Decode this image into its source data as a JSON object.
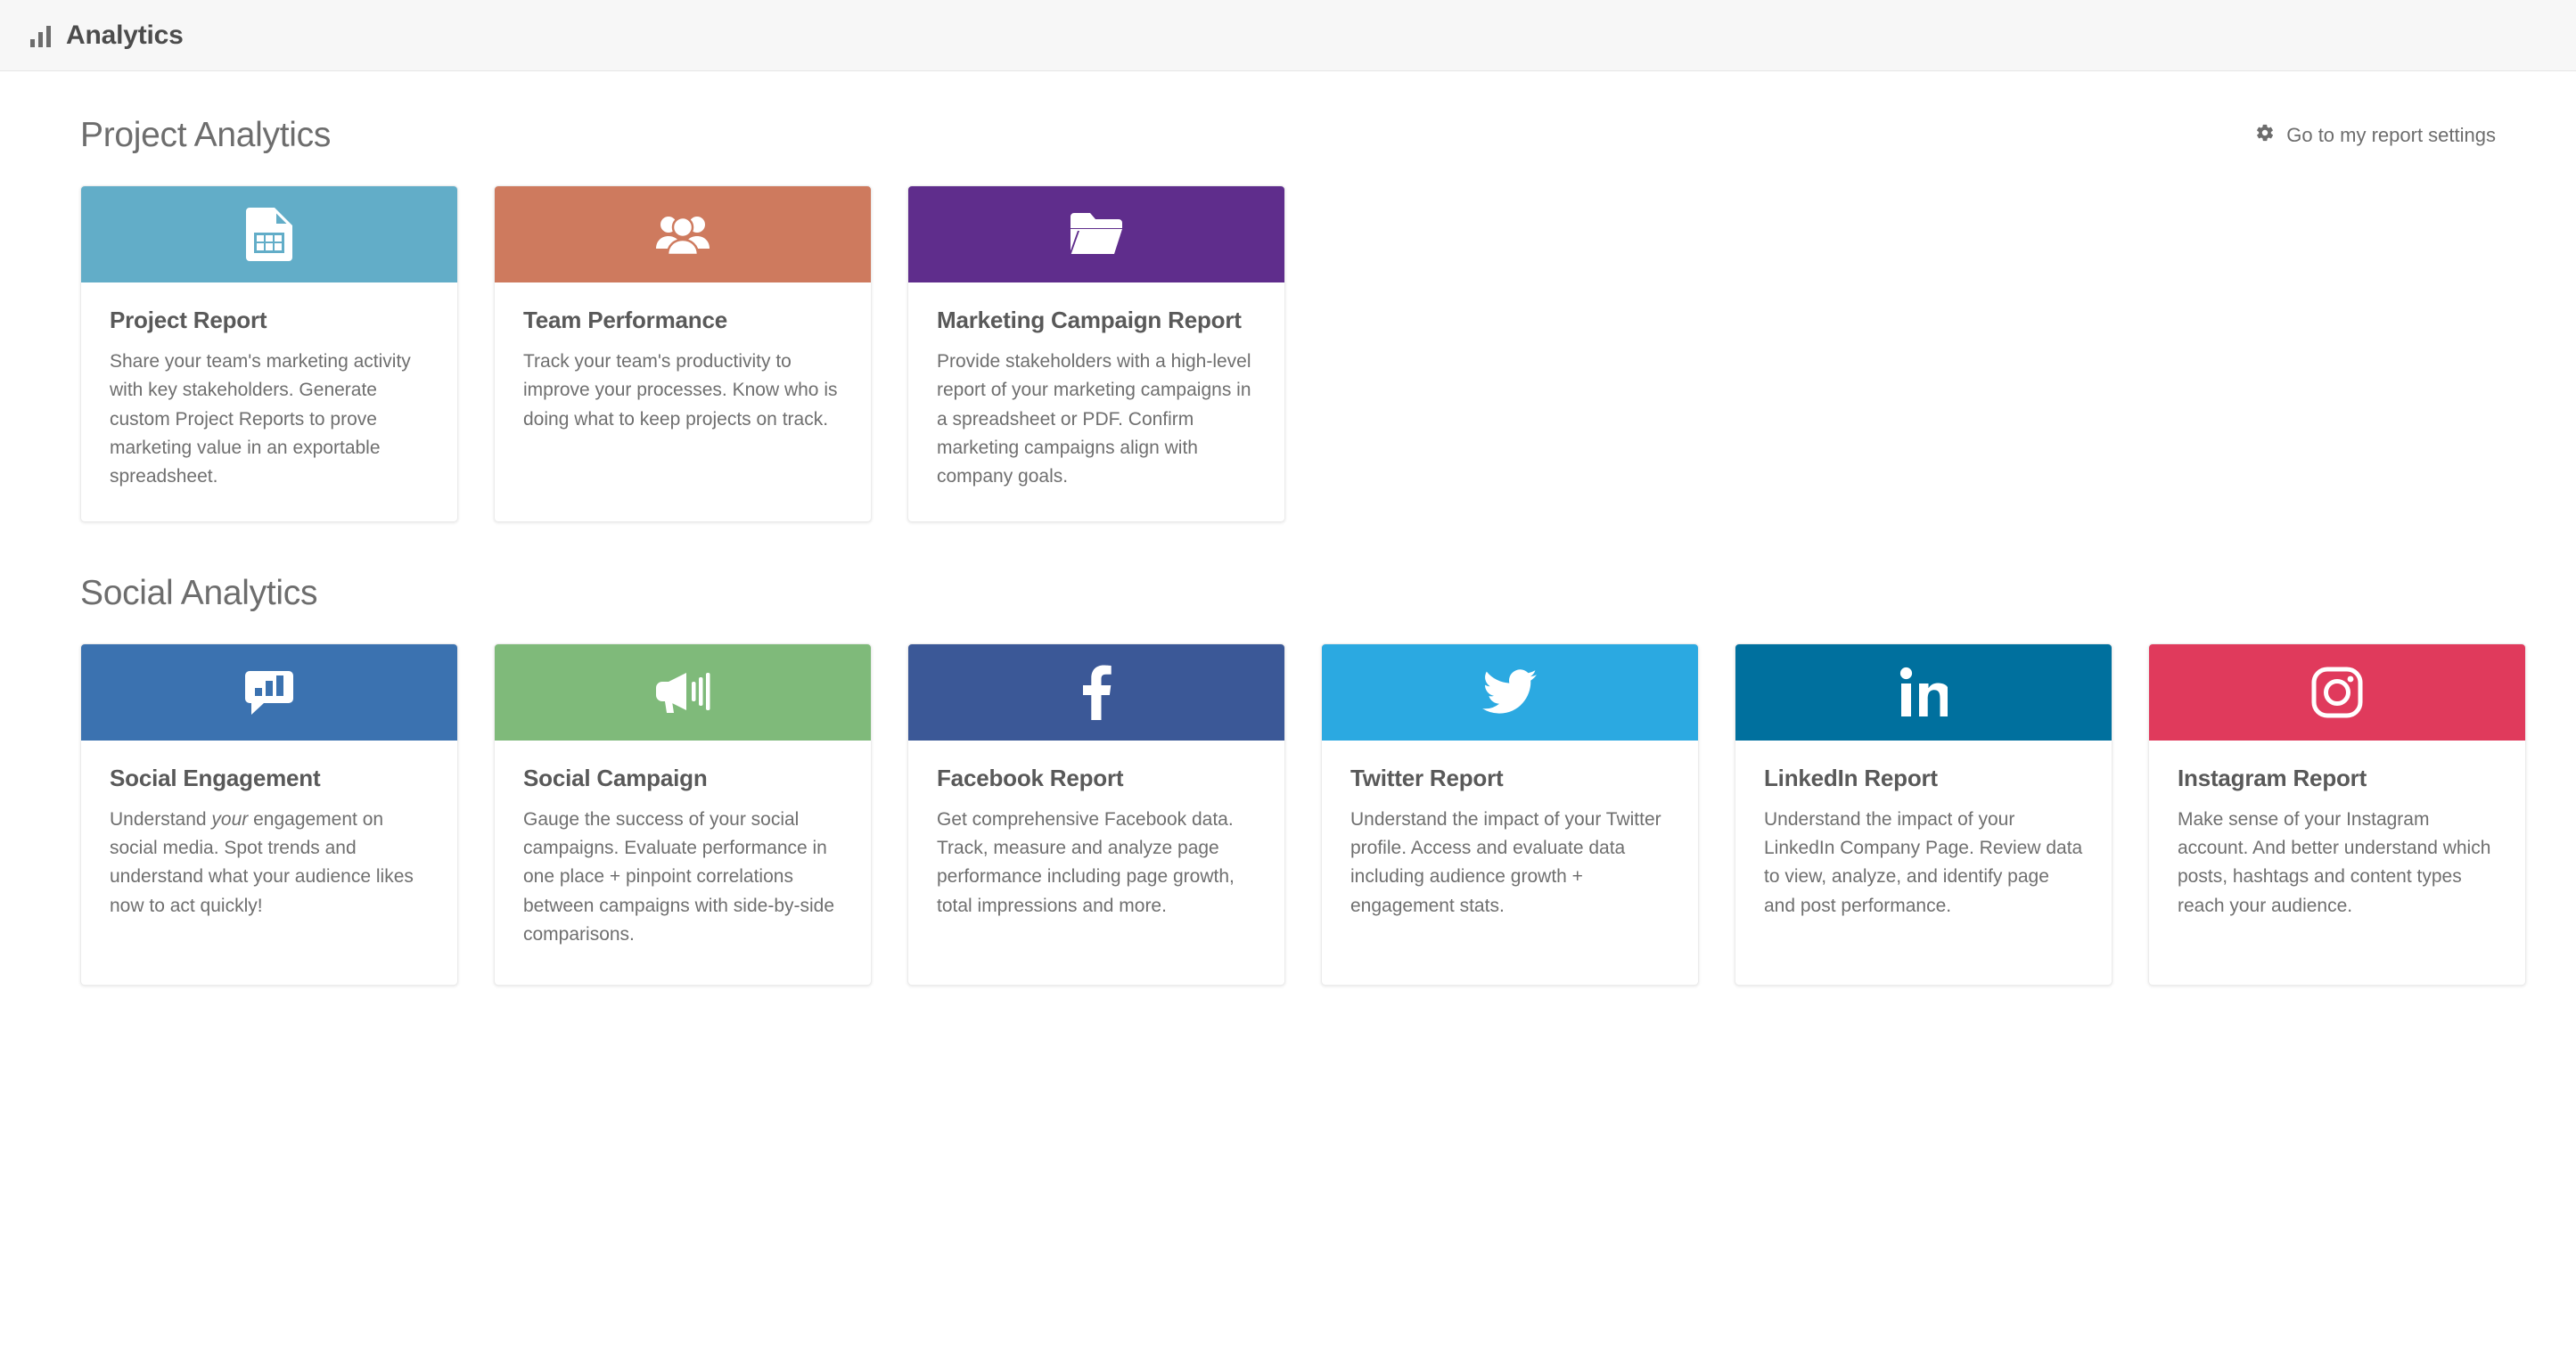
{
  "topbar": {
    "icon": "bar-chart-icon",
    "title": "Analytics"
  },
  "sections": [
    {
      "id": "project-analytics",
      "title": "Project Analytics",
      "settings_link": {
        "icon": "gear-icon",
        "label": "Go to my report settings"
      },
      "cards": [
        {
          "id": "project-report",
          "title": "Project Report",
          "description": "Share your team's marketing activity with key stakeholders. Generate custom Project Reports to prove marketing value in an exportable spreadsheet.",
          "banner_color": "#62ADC8",
          "icon": "spreadsheet-document-icon"
        },
        {
          "id": "team-performance",
          "title": "Team Performance",
          "description": "Track your team's productivity to improve your processes. Know who is doing what to keep projects on track.",
          "banner_color": "#CE7A5E",
          "icon": "users-group-icon"
        },
        {
          "id": "marketing-campaign-report",
          "title": "Marketing Campaign Report",
          "description": "Provide stakeholders with a high-level report of your marketing campaigns in a spreadsheet or PDF. Confirm marketing campaigns align with company goals.",
          "banner_color": "#5F2D8C",
          "icon": "open-folder-icon"
        }
      ]
    },
    {
      "id": "social-analytics",
      "title": "Social Analytics",
      "cards": [
        {
          "id": "social-engagement",
          "title": "Social Engagement",
          "description_prefix": "Understand ",
          "description_emphasis": "your",
          "description_suffix": " engagement on social media. Spot trends and understand what your audience likes now to act quickly!",
          "banner_color": "#3B72B0",
          "icon": "chat-bar-chart-icon"
        },
        {
          "id": "social-campaign",
          "title": "Social Campaign",
          "description": "Gauge the success of your social campaigns. Evaluate performance in one place + pinpoint correlations between campaigns with side-by-side comparisons.",
          "banner_color": "#7FBA7A",
          "icon": "megaphone-icon"
        },
        {
          "id": "facebook-report",
          "title": "Facebook Report",
          "description": "Get comprehensive Facebook data. Track, measure and analyze page performance including page growth, total impressions and more.",
          "banner_color": "#3B5897",
          "icon": "facebook-icon"
        },
        {
          "id": "twitter-report",
          "title": "Twitter Report",
          "description": "Understand the impact of your Twitter profile. Access and evaluate data including audience growth + engagement stats.",
          "banner_color": "#2BA9E1",
          "icon": "twitter-icon"
        },
        {
          "id": "linkedin-report",
          "title": "LinkedIn Report",
          "description": "Understand the impact of your LinkedIn Company Page. Review data to view, analyze, and identify page and post performance.",
          "banner_color": "#00709E",
          "icon": "linkedin-icon"
        },
        {
          "id": "instagram-report",
          "title": "Instagram Report",
          "description": "Make sense of your Instagram account. And better understand which posts, hashtags and content types reach your audience.",
          "banner_color": "#E03A5C",
          "icon": "instagram-icon"
        }
      ]
    }
  ]
}
